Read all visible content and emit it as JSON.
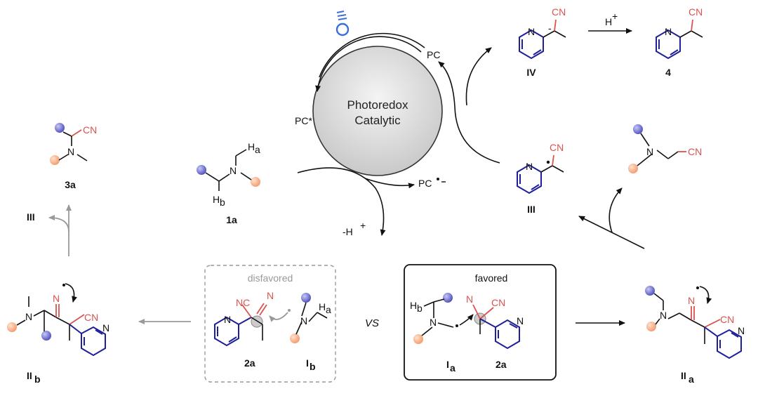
{
  "colors": {
    "accent_red": "#d9534f",
    "accent_blue": "#1f1f9a",
    "sphere_blue": "#6a6ad0",
    "sphere_peach": "#f6b896",
    "grey": "#999999"
  },
  "cycle": {
    "title_line1": "Photoredox",
    "title_line2": "Catalytic",
    "pc_top": "PC",
    "pc_star": "PC*",
    "pc_radical": "PC",
    "minus_h": "-H",
    "plus_sign": "+"
  },
  "compounds": {
    "c3a": {
      "cn": "CN",
      "n": "N",
      "label": "3a"
    },
    "c1a": {
      "ha": "H",
      "ha_sub": "a",
      "n": "N",
      "hb": "H",
      "hb_sub": "b",
      "label": "1a"
    },
    "civ": {
      "cn": "CN",
      "n": "N",
      "minus": "-",
      "label": "IV"
    },
    "c4": {
      "cn": "CN",
      "n": "N",
      "label": "4",
      "acid": "H",
      "acid_sup": "+"
    },
    "ciii": {
      "cn": "CN",
      "n": "N",
      "label": "III"
    },
    "cprod": {
      "n": "N",
      "cn": "CN"
    },
    "ciib": {
      "n": "N",
      "imine_n": "N",
      "cn": "CN",
      "nx": "N",
      "label": "II",
      "label_sub": "b"
    },
    "ciia": {
      "n": "N",
      "imine_n": "N",
      "cn": "CN",
      "nx": "N",
      "label": "II",
      "label_sub": "a"
    },
    "left_iii": "III"
  },
  "boxes": {
    "disfavored": {
      "title": "disfavored",
      "nc": "NC",
      "n_top": "N",
      "n_pyr": "N",
      "n_amine": "N",
      "ha": "H",
      "ha_sub": "a",
      "label_2a": "2a",
      "label_ib": "I",
      "label_ib_sub": "b"
    },
    "vs": "VS",
    "favored": {
      "title": "favored",
      "hb": "H",
      "hb_sub": "b",
      "n_amine": "N",
      "n_top": "N",
      "cn": "CN",
      "n_pyr": "N",
      "label_ia": "I",
      "label_ia_sub": "a",
      "label_2a": "2a"
    }
  }
}
